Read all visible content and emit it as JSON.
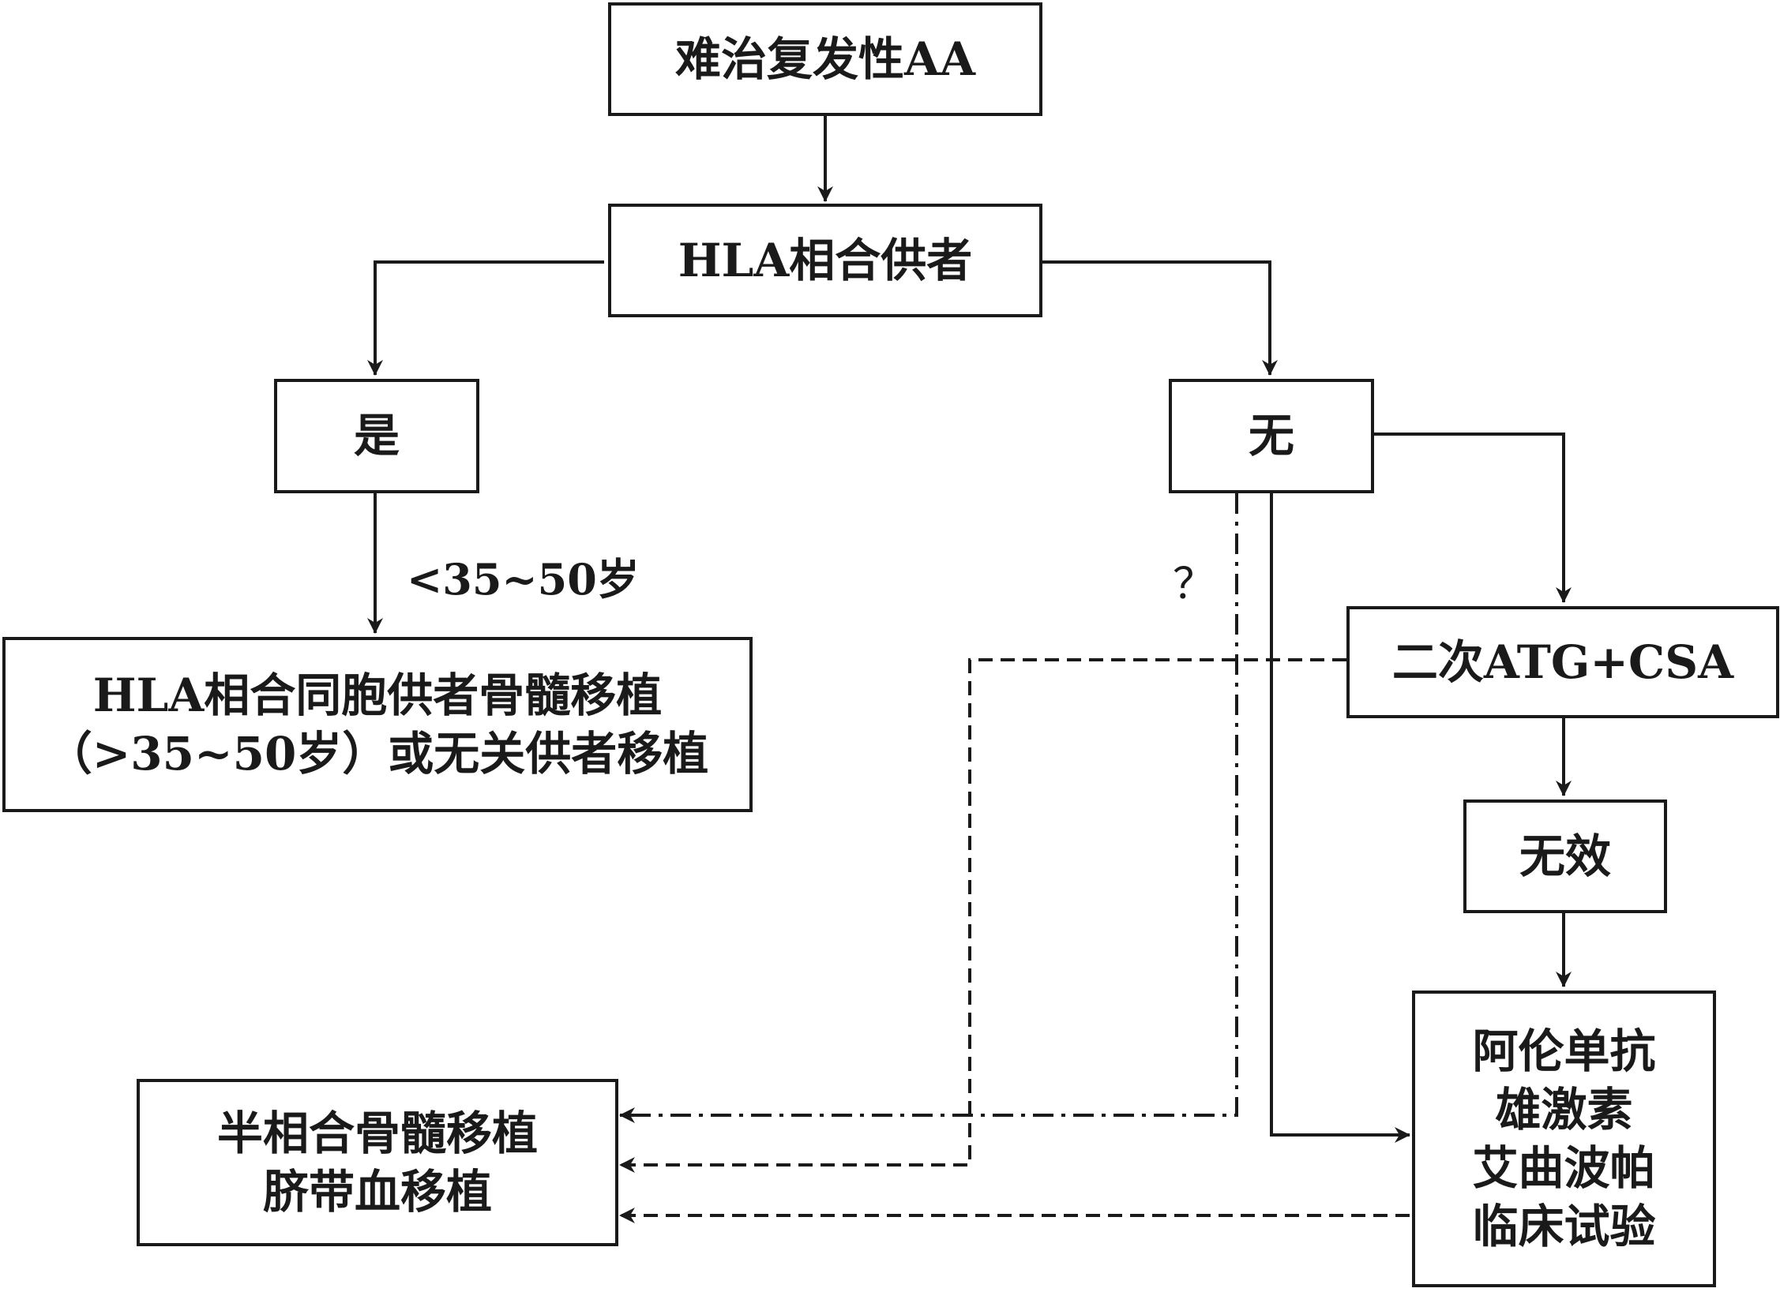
{
  "nodes": {
    "start": "难治复发性AA",
    "hla_donor": "HLA相合供者",
    "yes": "是",
    "none": "无",
    "hla_transplant": [
      "HLA相合同胞供者骨髓移植",
      "（>35~50岁）或无关供者移植"
    ],
    "second_atg": "二次ATG+CSA",
    "ineffective": "无效",
    "other_treatments": [
      "阿伦单抗",
      "雄激素",
      "艾曲波帕",
      "临床试验"
    ],
    "haplo_transplant": [
      "半相合骨髓移植",
      "脐带血移植"
    ]
  },
  "edge_labels": {
    "age": "<35~50岁",
    "question": "？"
  },
  "colors": {
    "line": "#1a1a1a",
    "background": "#ffffff"
  }
}
